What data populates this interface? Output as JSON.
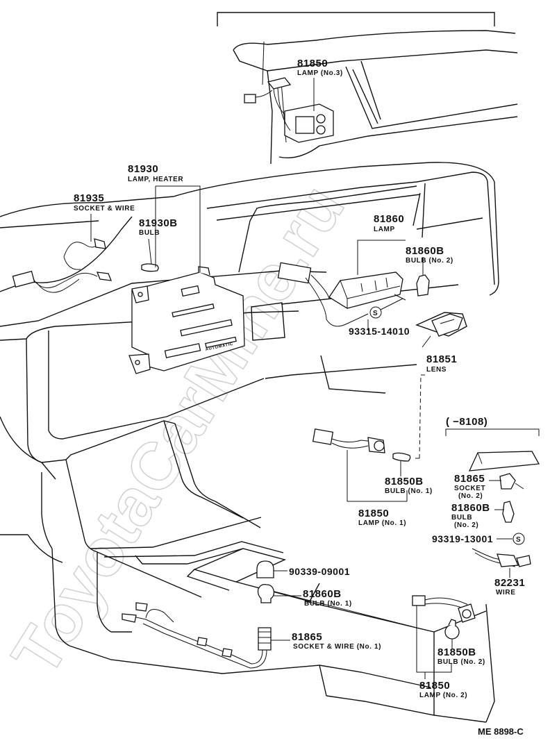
{
  "watermark": "ToyotaCarMine.ru",
  "footer_code": "ME  8898-C",
  "range_label": "(      −8108)",
  "callouts": [
    {
      "id": "c-81850-no3",
      "number": "81850",
      "name": "LAMP (No.3)"
    },
    {
      "id": "c-81930",
      "number": "81930",
      "name": "LAMP, HEATER"
    },
    {
      "id": "c-81935",
      "number": "81935",
      "name": "SOCKET & WIRE"
    },
    {
      "id": "c-81930b",
      "number": "81930B",
      "name": "BULB"
    },
    {
      "id": "c-81860",
      "number": "81860",
      "name": "LAMP"
    },
    {
      "id": "c-81860b-no2",
      "number": "81860B",
      "name": "BULB (No. 2)"
    },
    {
      "id": "c-93315",
      "number": "93315-14010",
      "name": ""
    },
    {
      "id": "c-81851",
      "number": "81851",
      "name": "LENS"
    },
    {
      "id": "c-81850b-no1",
      "number": "81850B",
      "name": "BULB (No. 1)"
    },
    {
      "id": "c-81850-no1",
      "number": "81850",
      "name": "LAMP (No. 1)"
    },
    {
      "id": "c-81865-socket2",
      "number": "81865",
      "name": "SOCKET",
      "name2": "(No. 2)"
    },
    {
      "id": "c-81860b-bulb2",
      "number": "81860B",
      "name": "BULB",
      "name2": "(No. 2)"
    },
    {
      "id": "c-93319",
      "number": "93319-13001",
      "name": ""
    },
    {
      "id": "c-82231",
      "number": "82231",
      "name": "WIRE"
    },
    {
      "id": "c-90339",
      "number": "90339-09001",
      "name": ""
    },
    {
      "id": "c-81860b-no1",
      "number": "81860B",
      "name": "BULB (No. 1)"
    },
    {
      "id": "c-81865-wire1",
      "number": "81865",
      "name": "SOCKET & WIRE (No. 1)"
    },
    {
      "id": "c-81850b-no2",
      "number": "81850B",
      "name": "BULB (No. 2)"
    },
    {
      "id": "c-81850-no2",
      "number": "81850",
      "name": "LAMP (No. 2)"
    }
  ],
  "labels": {
    "automatic": "AUTOMATIC",
    "screw_symbol": "S"
  }
}
